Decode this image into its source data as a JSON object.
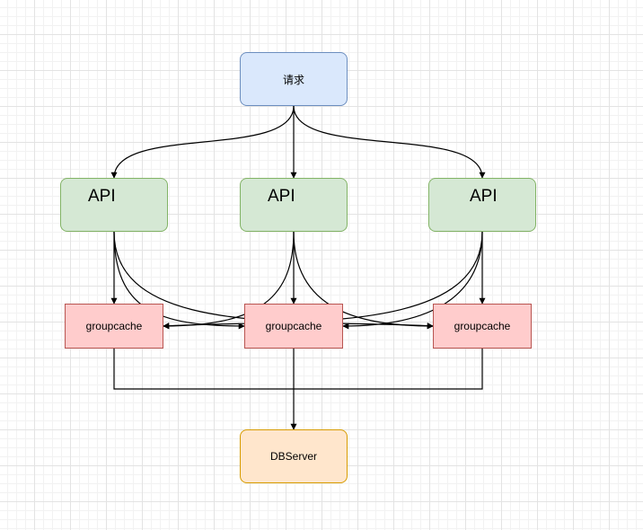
{
  "diagram": {
    "request": {
      "label": "请求"
    },
    "apis": [
      {
        "label": "API"
      },
      {
        "label": "API"
      },
      {
        "label": "API"
      }
    ],
    "caches": [
      {
        "label": "groupcache"
      },
      {
        "label": "groupcache"
      },
      {
        "label": "groupcache"
      }
    ],
    "db": {
      "label": "DBServer"
    },
    "colors": {
      "request_fill": "#dae8fc",
      "request_stroke": "#6c8ebf",
      "api_fill": "#d5e8d4",
      "api_stroke": "#82b366",
      "cache_fill": "#ffcccc",
      "cache_stroke": "#b85450",
      "db_fill": "#ffe6cc",
      "db_stroke": "#d79b00",
      "edge": "#000000"
    }
  }
}
